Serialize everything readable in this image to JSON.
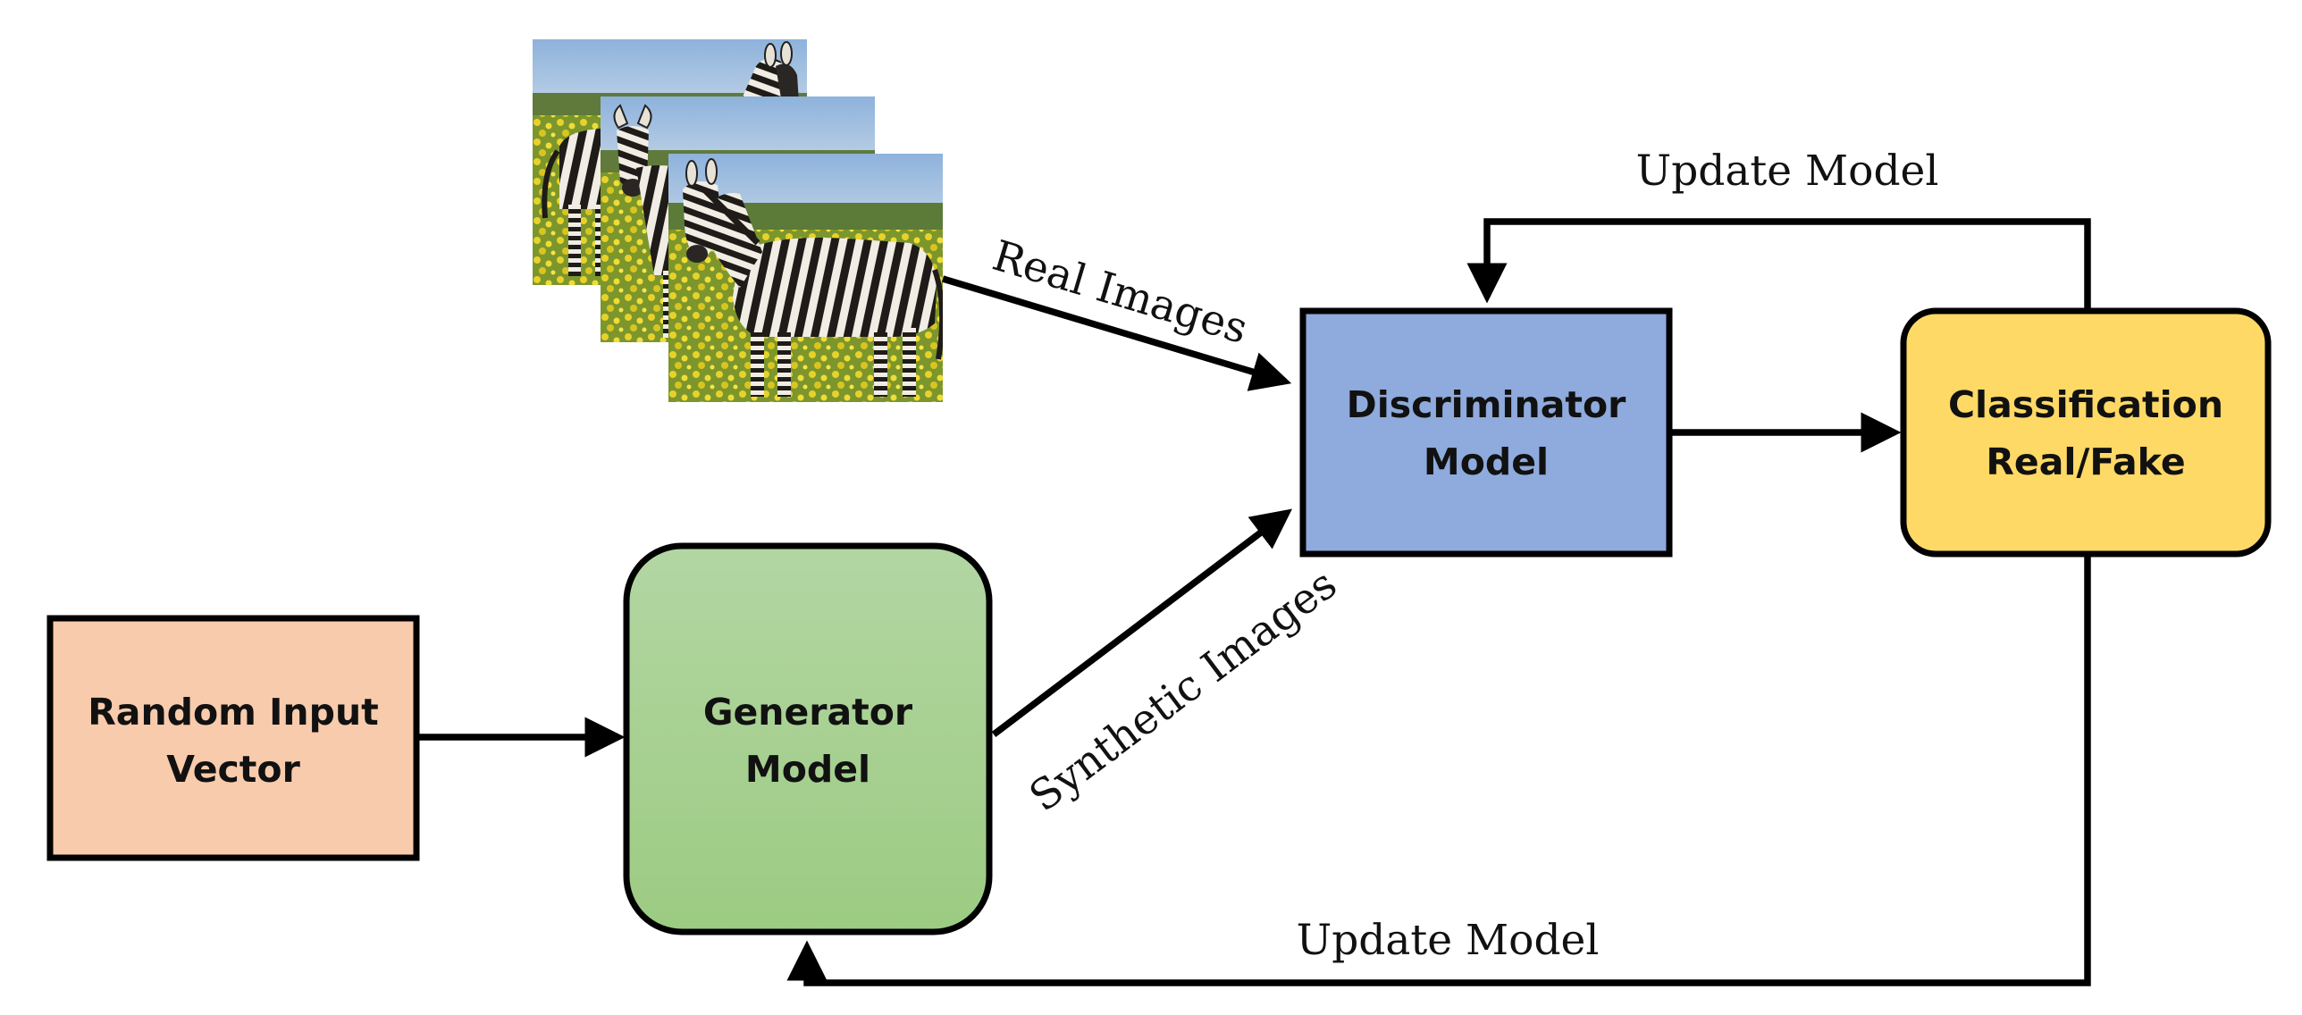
{
  "nodes": {
    "random_input": {
      "line1": "Random Input",
      "line2": "Vector",
      "color": "#f8cbad"
    },
    "generator": {
      "line1": "Generator",
      "line2": "Model",
      "color_top": "#b3d6a3",
      "color_bottom": "#9ccb82"
    },
    "discriminator": {
      "line1": "Discriminator",
      "line2": "Model",
      "color": "#8faadc"
    },
    "classification": {
      "line1": "Classification",
      "line2": "Real/Fake",
      "color": "#ffd966"
    }
  },
  "edges": {
    "real_images": "Real Images",
    "synthetic_images": "Synthetic Images",
    "update_model_top": "Update Model",
    "update_model_bottom": "Update Model"
  },
  "images": {
    "stack": [
      {
        "subject": "zebra-photo"
      },
      {
        "subject": "zebra-photo"
      },
      {
        "subject": "zebra-photo"
      }
    ]
  }
}
